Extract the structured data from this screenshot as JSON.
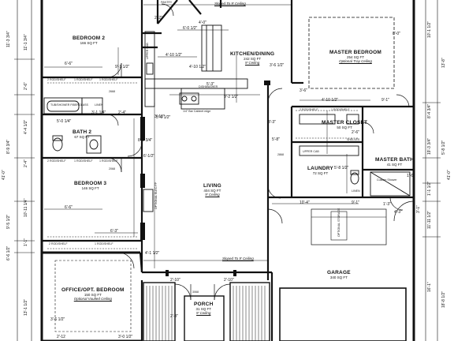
{
  "rooms": {
    "bedroom2": {
      "name": "BEDROOM 2",
      "area": "166 SQ FT"
    },
    "kitchen": {
      "name": "KITCHEN/DINING",
      "area": "242 SQ FT",
      "ceiling": "9' Ceiling"
    },
    "master_bedroom": {
      "name": "MASTER BEDROOM",
      "area": "254 SQ FT",
      "ceiling": "Optional Tray Ceiling"
    },
    "bath2": {
      "name": "BATH 2",
      "area": "67 SQ FT"
    },
    "master_closet": {
      "name": "MASTER CLOSET",
      "area": "50 SQ FT"
    },
    "laundry": {
      "name": "LAUNDRY",
      "area": "72 SQ FT"
    },
    "master_bath": {
      "name": "MASTER BATH",
      "area": "41 SQ FT"
    },
    "bedroom3": {
      "name": "BEDROOM 3",
      "area": "146 SQ FT"
    },
    "living": {
      "name": "LIVING",
      "area": "404 SQ FT",
      "ceiling": "9' Ceiling"
    },
    "office": {
      "name": "OFFICE/OPT. BEDROOM",
      "area": "150 SQ FT",
      "ceiling": "Optional Vaulted Ceiling"
    },
    "garage": {
      "name": "GARAGE",
      "area": "340 SQ FT"
    },
    "porch": {
      "name": "PORCH",
      "area": "31 SQ FT",
      "ceiling": "9' Ceiling"
    }
  },
  "notes": {
    "sloped_top": "Sloped To 9' Ceiling",
    "sloped_mid": "Sloped To 9' Ceiling",
    "pantry": "PANTRY",
    "linen_bath": "LINEN",
    "linen_master": "LINEN",
    "rod_shelf_b2_1": "2 ROD/SHELF",
    "rod_shelf_b2_2": "1 ROD/SHELF",
    "rod_shelf_b2_3": "1 ROD/SHELF",
    "rod_shelf_b3_1": "2 ROD/SHELF",
    "rod_shelf_b3_2": "1 ROD/SHELF",
    "rod_shelf_b3_3": "1 ROD/SHELF",
    "rod_shelf_of_1": "2 ROD/SHELF",
    "rod_shelf_of_2": "1 ROD/SHELF",
    "rod_shelf_mc_1": "2 ROD/SHELF",
    "rod_shelf_mc_2": "1 ROD/SHELF",
    "shelves": "SHELVES",
    "tub": "TUB/SHOWER FIBERGLASS",
    "upper_cab_k": "UPPER CAB",
    "upper_cab_l": "UPPER CAB",
    "dishwasher": "DISHWASHER",
    "cabinet_edge": "1/4\" Bar Cabinet edge",
    "custom_shower": "Custom Shower",
    "optional_elec": "OPTIONAL ELEC FP",
    "garage_opt": "OPTIONAL STORAGE",
    "h_2668": "2668",
    "h_2068": "2068",
    "h_2868": "2868",
    "h_3068": "3068"
  },
  "dims": {
    "d_6_6_top": "6'-6\"",
    "d_9_1_half": "9'-1 1/2\"",
    "d_4_10": "4'-10 1/2\"",
    "d_6_0_k": "6'-0 1/2\"",
    "d_3_6": "3'-6 1/2\"",
    "d_4_10_mb": "4'-10 1/2\"",
    "d_9_1_mb": "9'-1\"",
    "d_8_0": "8'-0\"",
    "d_3_1_4": "3'-1 1/4\"",
    "d_5_0_1_4": "5'-0 1/4\"",
    "d_5_8": "5'-8\"",
    "d_9_2": "9'-2 1/2\"",
    "d_5_6_mc": "5'-6 1/2\"",
    "d_4_10_mc": "4'-10 1/2\"",
    "d_5_8_lau": "5'-8 1/2\"",
    "d_8_3_l": "8'-3 3/4\"",
    "d_6_6_b3": "6'-6\"",
    "d_6_3": "6'-3\"",
    "d_10_4": "10'-4\"",
    "d_9_1_lv": "9'-1\"",
    "d_4_1_2": "4'-1 1/2\"",
    "d_3_6_mb": "3'-6\"",
    "d_4_3": "4'-3\"",
    "d_6_1_2": "6'-1/2\"",
    "d_3_6_of": "3'-6 1/2\"",
    "d_2_4": "2'-4\"",
    "d_2_2": "2'-2\"",
    "d_4_0": "4'-0\"",
    "d_2_6": "2'-6\"",
    "d_5_3": "5'-3\"",
    "d_3_10": "3'-10\"",
    "d_1_6": "1'-6\"",
    "d_1_3": "1'-3\"",
    "d_2_10": "2'-10\"",
    "d_3_3": "3'-3\"",
    "d_2_10_b": "2'-10\"",
    "d_2_3": "2'-3\"",
    "d_left_11": "11'-3 3/4\"",
    "d_left_2": "2'-6\"",
    "d_left_4": "4'-4 1/2\"",
    "d_left_8": "8'-9 3/4\"",
    "d_left_tot": "41'-0\"",
    "d_left_11b": "11'-1 3/4\"",
    "d_left_2b": "2'-4\"",
    "d_left_10": "10'-11 1/4\"",
    "d_left_1": "1'-1\"",
    "d_left_9": "9'-5 1/2\"",
    "d_left_6": "6'-6 1/2\"",
    "d_left_13": "13'-1 1/2\"",
    "d_right_10": "10'-1 1/2\"",
    "d_right_13": "13'-8\"",
    "d_right_19": "19'-3 3/4\"",
    "d_right_tot": "41'-0\"",
    "d_right_8": "8'-4 3/4\"",
    "d_right_5": "5'-8 1/2\"",
    "d_right_1": "1'-1 1/2\"",
    "d_right_11": "11'-11 1/2\"",
    "d_right_18": "18'-8 1/2\"",
    "d_right_16": "16'-1\"",
    "d_right_3": "3'-1\"",
    "d_bot_2": "2'-12",
    "d_bot_3": "3'-0 1/2\""
  }
}
